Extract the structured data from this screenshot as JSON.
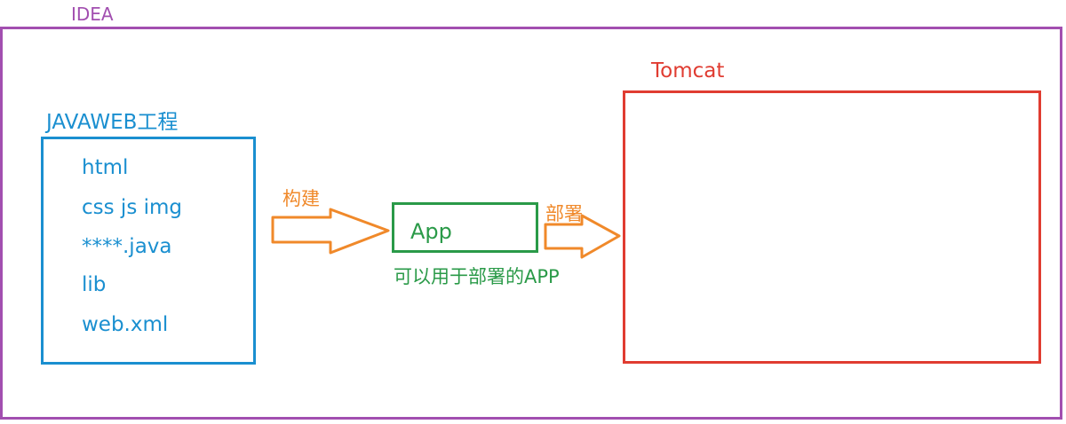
{
  "idea": {
    "label": "IDEA",
    "color": "#a24fb0"
  },
  "project": {
    "label": "JAVAWEB工程",
    "color": "#1a8fd0",
    "items": [
      "html",
      "css js img",
      "****.java",
      "lib",
      "web.xml"
    ]
  },
  "build_arrow": {
    "label": "构建",
    "color": "#f0892a"
  },
  "app": {
    "label": "App",
    "caption": "可以用于部署的APP",
    "color": "#2a9a48"
  },
  "deploy_arrow": {
    "label": "部署",
    "color": "#f0892a"
  },
  "tomcat": {
    "label": "Tomcat",
    "color": "#e03c31"
  }
}
